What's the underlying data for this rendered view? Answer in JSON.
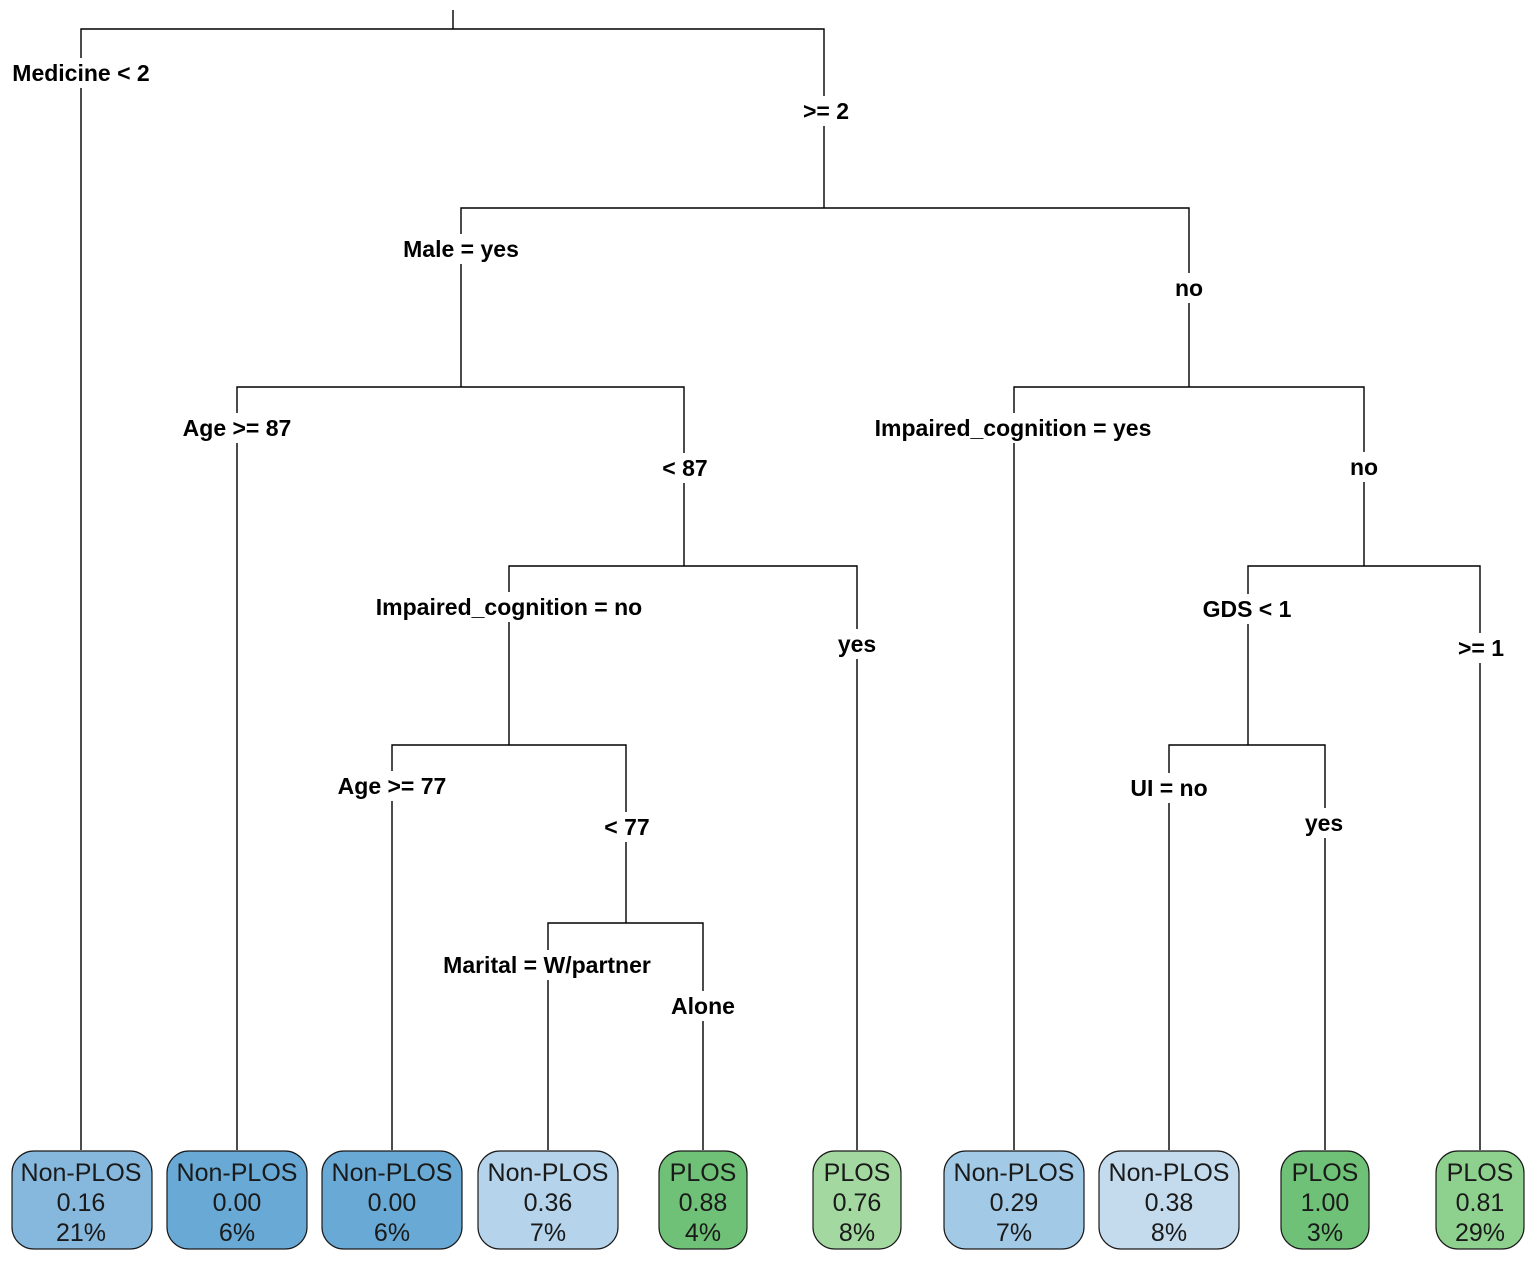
{
  "tree": {
    "splits": [
      {
        "id": "root-left",
        "text": "Medicine < 2"
      },
      {
        "id": "root-right",
        "text": ">= 2"
      },
      {
        "id": "male-left",
        "text": "Male = yes"
      },
      {
        "id": "male-right",
        "text": "no"
      },
      {
        "id": "age87-left",
        "text": "Age >= 87"
      },
      {
        "id": "age87-right",
        "text": "< 87"
      },
      {
        "id": "cogm-left",
        "text": "Impaired_cognition = no"
      },
      {
        "id": "cogm-right",
        "text": "yes"
      },
      {
        "id": "age77-left",
        "text": "Age >= 77"
      },
      {
        "id": "age77-right",
        "text": "< 77"
      },
      {
        "id": "marital-left",
        "text": "Marital = W/partner"
      },
      {
        "id": "marital-right",
        "text": "Alone"
      },
      {
        "id": "cogf-left",
        "text": "Impaired_cognition = yes"
      },
      {
        "id": "cogf-right",
        "text": "no"
      },
      {
        "id": "gds-left",
        "text": "GDS < 1"
      },
      {
        "id": "gds-right",
        "text": ">= 1"
      },
      {
        "id": "ui-left",
        "text": "UI = no"
      },
      {
        "id": "ui-right",
        "text": "yes"
      }
    ],
    "leaves": [
      {
        "class": "Non-PLOS",
        "prob": "0.16",
        "pct": "21%",
        "color": "#86b7dc"
      },
      {
        "class": "Non-PLOS",
        "prob": "0.00",
        "pct": "6%",
        "color": "#68a9d5"
      },
      {
        "class": "Non-PLOS",
        "prob": "0.00",
        "pct": "6%",
        "color": "#68a9d5"
      },
      {
        "class": "Non-PLOS",
        "prob": "0.36",
        "pct": "7%",
        "color": "#b5d3ea"
      },
      {
        "class": "PLOS",
        "prob": "0.88",
        "pct": "4%",
        "color": "#6fc177"
      },
      {
        "class": "PLOS",
        "prob": "0.76",
        "pct": "8%",
        "color": "#a3d9a0"
      },
      {
        "class": "Non-PLOS",
        "prob": "0.29",
        "pct": "7%",
        "color": "#a2c9e6"
      },
      {
        "class": "Non-PLOS",
        "prob": "0.38",
        "pct": "8%",
        "color": "#c4dbee"
      },
      {
        "class": "PLOS",
        "prob": "1.00",
        "pct": "3%",
        "color": "#6fc177"
      },
      {
        "class": "PLOS",
        "prob": "0.81",
        "pct": "29%",
        "color": "#8ed08e"
      }
    ]
  }
}
